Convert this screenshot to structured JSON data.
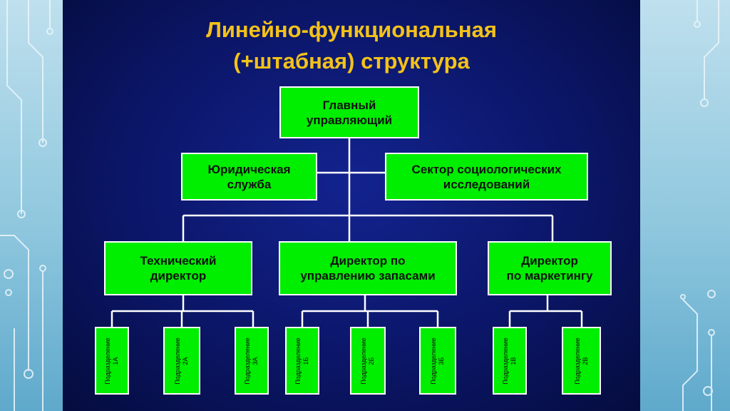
{
  "title": {
    "line1": "Линейно-функциональная",
    "line2": "(+штабная) структура"
  },
  "nodes": {
    "ceo": "Главный\nуправляющий",
    "legal": "Юридическая\nслужба",
    "sociology": "Сектор социологических\nисследований",
    "tech": "Технический\nдиректор",
    "inventory": "Директор по\nуправлению запасами",
    "marketing": "Директор\nпо маркетингу"
  },
  "subunits": [
    "Подразделение\n1А",
    "Подразделение\n2А",
    "Подразделение\n3А",
    "Подразделение\n1Б",
    "Подразделение\n2Б",
    "Подразделение\n3Б",
    "Подразделение\n1В",
    "Подразделение\n2В"
  ],
  "colors": {
    "node_fill": "#00ee00",
    "title": "#f3c21a",
    "background": "#0b1668",
    "connector": "#ffffff"
  }
}
